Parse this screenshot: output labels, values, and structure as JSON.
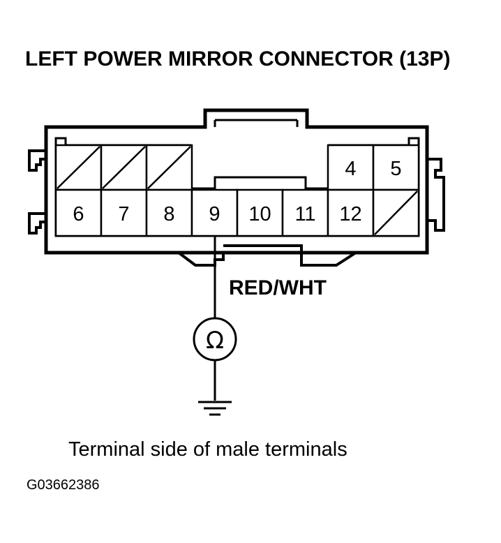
{
  "title": "LEFT POWER MIRROR CONNECTOR (13P)",
  "wire_label": "RED/WHT",
  "caption": "Terminal side of male terminals",
  "figure_id": "G03662386",
  "meter_symbol": "Ω",
  "meter_icon": "ohmmeter-icon",
  "ground_icon": "ground-icon",
  "connector": {
    "upper_row": [
      {
        "label": "",
        "empty": true
      },
      {
        "label": "",
        "empty": true
      },
      {
        "label": "",
        "empty": true
      },
      {
        "label": "4",
        "empty": false
      },
      {
        "label": "5",
        "empty": false
      }
    ],
    "lower_row": [
      {
        "label": "6",
        "empty": false
      },
      {
        "label": "7",
        "empty": false
      },
      {
        "label": "8",
        "empty": false
      },
      {
        "label": "9",
        "empty": false
      },
      {
        "label": "10",
        "empty": false
      },
      {
        "label": "11",
        "empty": false
      },
      {
        "label": "12",
        "empty": false
      },
      {
        "label": "",
        "empty": true
      }
    ],
    "probed_terminal": "9"
  }
}
